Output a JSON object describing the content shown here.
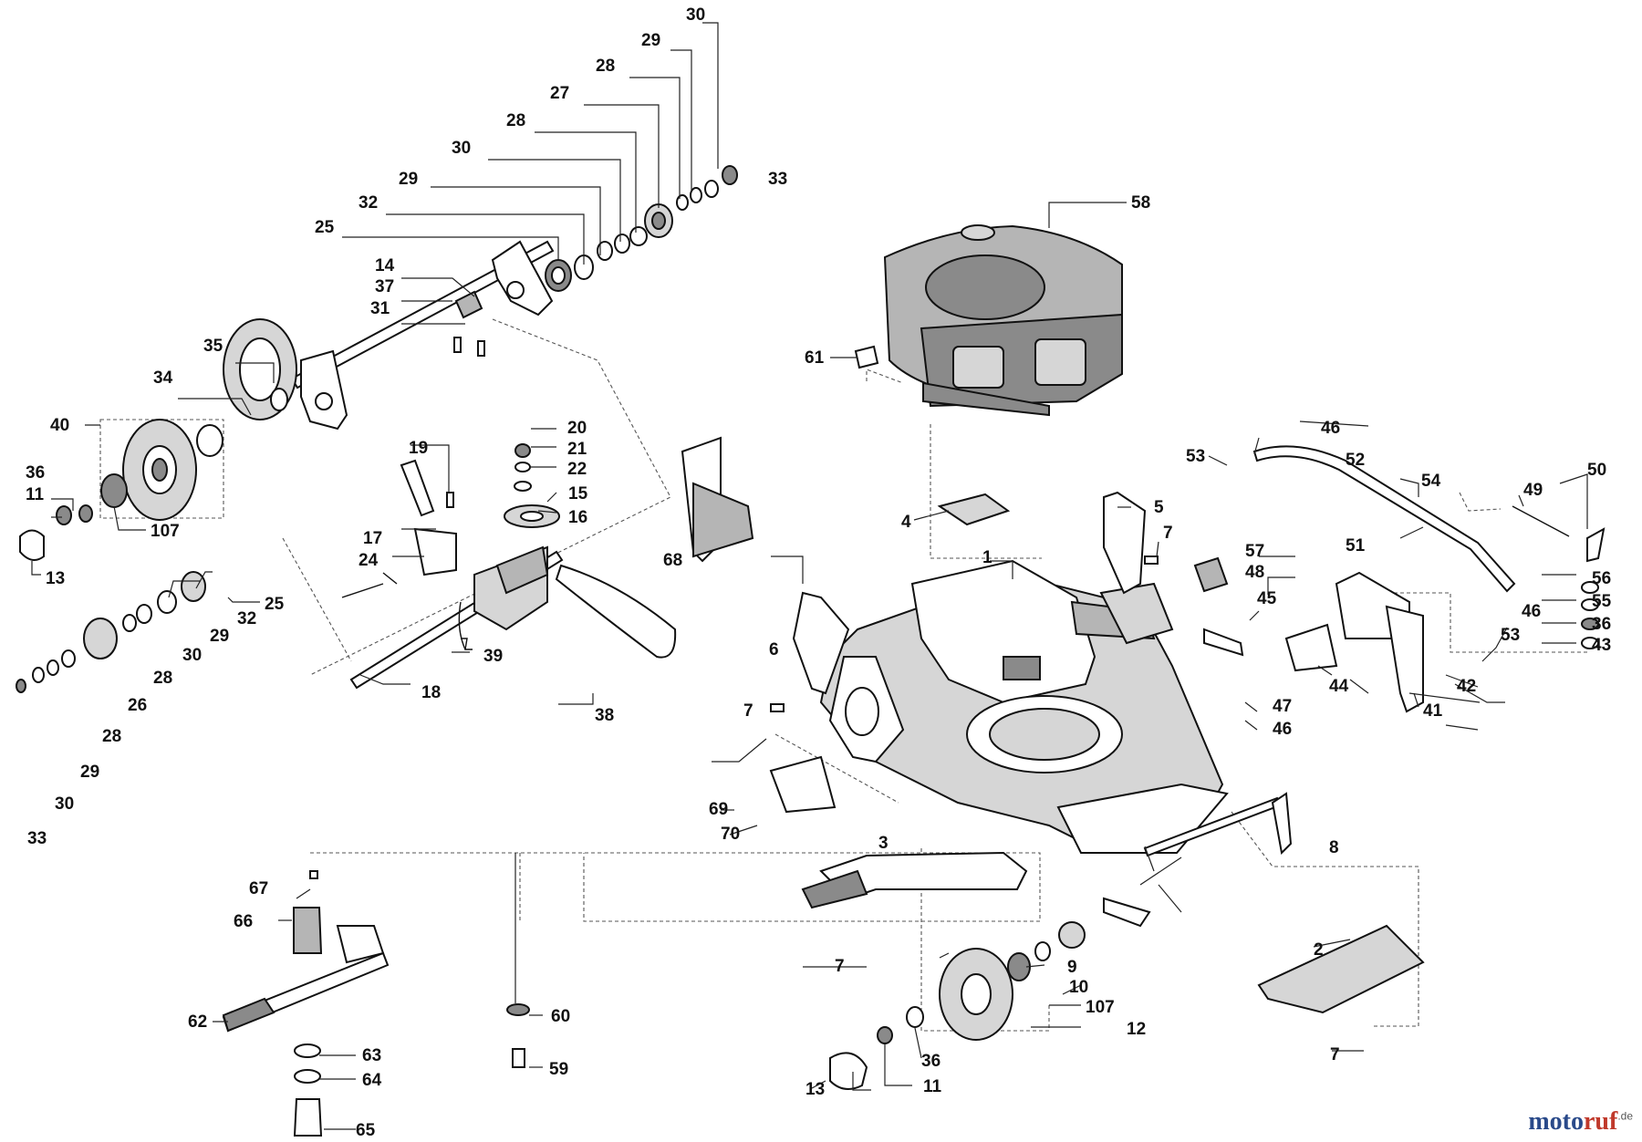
{
  "brand": {
    "name_a": "moto",
    "name_b": "ruf",
    "tld": ".de"
  },
  "callouts": [
    "1",
    "2",
    "3",
    "4",
    "5",
    "6",
    "7",
    "7",
    "7",
    "7",
    "7",
    "7",
    "8",
    "9",
    "10",
    "11",
    "11",
    "12",
    "13",
    "13",
    "14",
    "15",
    "16",
    "17",
    "18",
    "19",
    "20",
    "21",
    "22",
    "24",
    "25",
    "25",
    "26",
    "27",
    "28",
    "28",
    "28",
    "28",
    "29",
    "29",
    "29",
    "29",
    "30",
    "30",
    "30",
    "30",
    "31",
    "32",
    "32",
    "33",
    "33",
    "34",
    "35",
    "36",
    "36",
    "36",
    "37",
    "38",
    "39",
    "40",
    "41",
    "42",
    "43",
    "44",
    "45",
    "46",
    "46",
    "46",
    "47",
    "48",
    "49",
    "50",
    "51",
    "52",
    "53",
    "53",
    "54",
    "55",
    "56",
    "57",
    "58",
    "59",
    "60",
    "61",
    "62",
    "63",
    "64",
    "65",
    "66",
    "67",
    "68",
    "69",
    "70",
    "107",
    "107"
  ]
}
